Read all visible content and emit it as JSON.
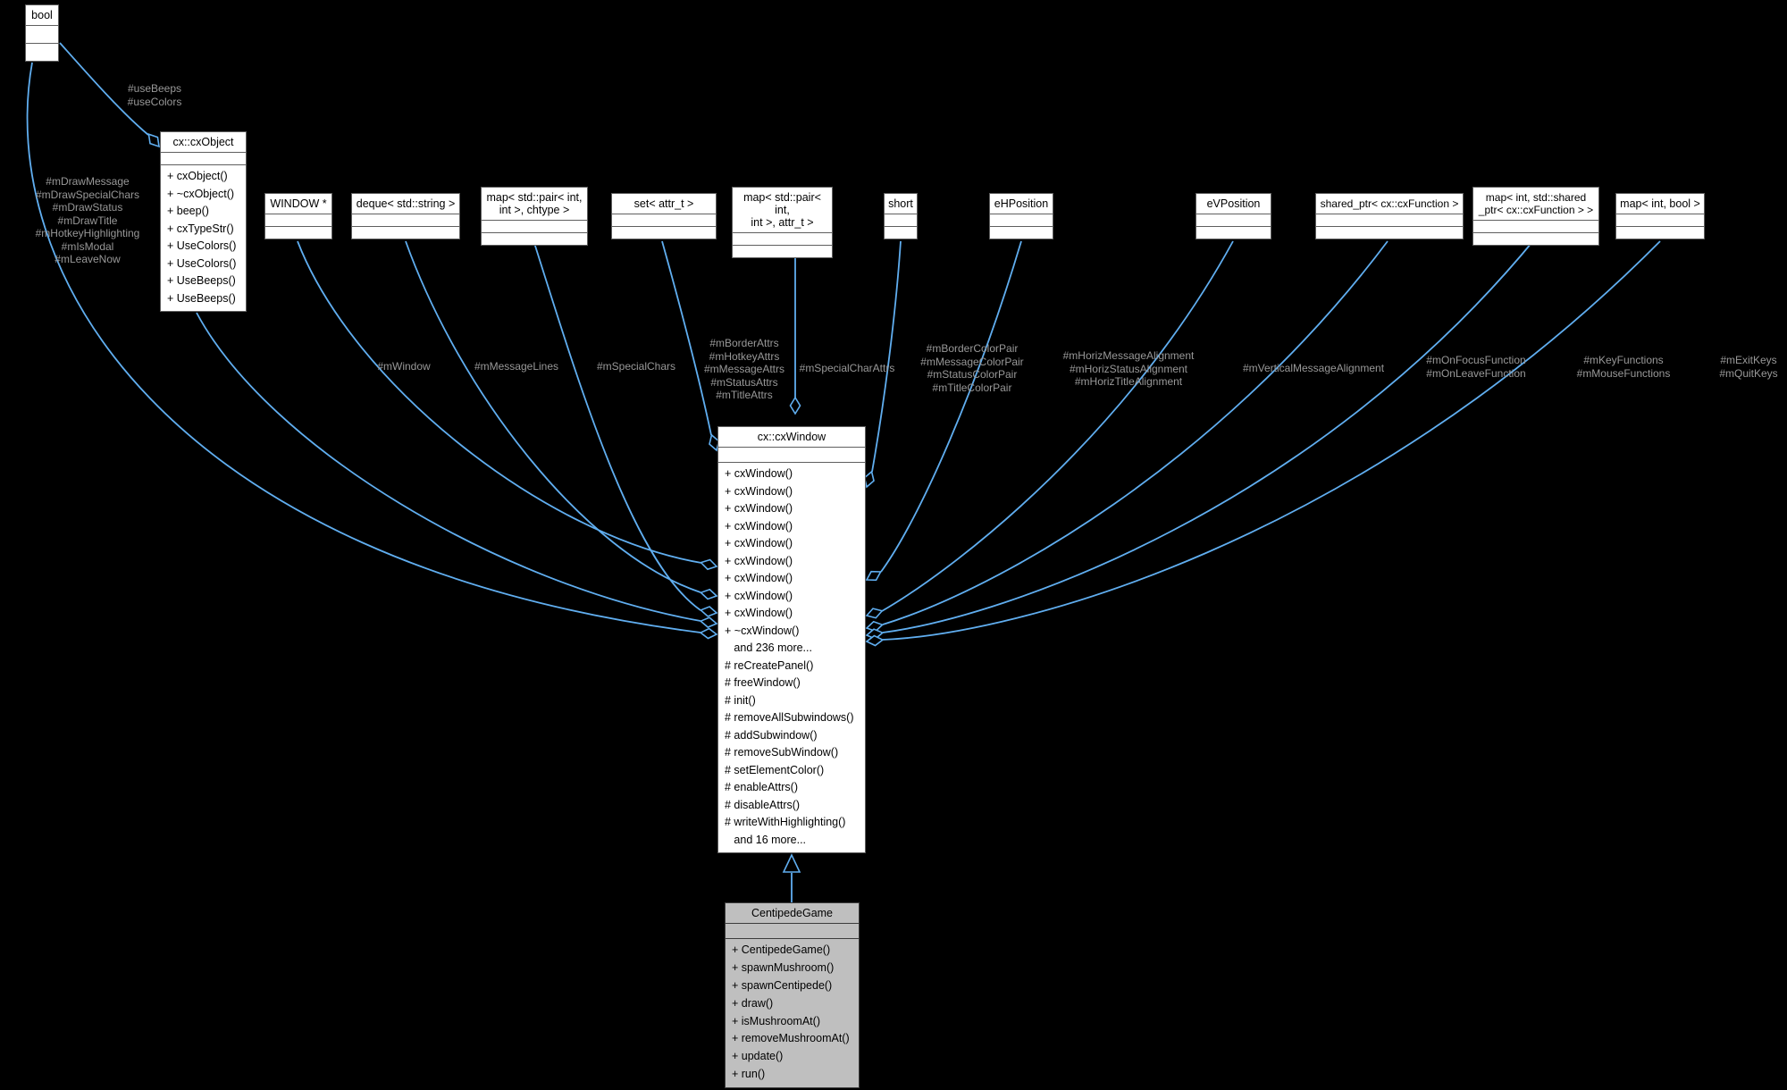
{
  "diagram": {
    "background": "#000000",
    "edge_color": "#60aef0",
    "label_color": "#989898",
    "box_fill": "#ffffff",
    "box_border": "#5f5f5f",
    "highlight_fill": "#bfbfbf"
  },
  "nodes": {
    "bool": {
      "title": "bool"
    },
    "cxobject": {
      "title": "cx::cxObject",
      "methods": [
        "+ cxObject()",
        "+ ~cxObject()",
        "+ beep()",
        "+ cxTypeStr()",
        "+ UseColors()",
        "+ UseColors()",
        "+ UseBeeps()",
        "+ UseBeeps()"
      ]
    },
    "window_ptr": {
      "title": "WINDOW *"
    },
    "deque_string": {
      "title": "deque< std::string >"
    },
    "map_chtype": {
      "title": "map< std::pair< int,\nint >, chtype >"
    },
    "set_attr": {
      "title": "set< attr_t >"
    },
    "map_attr": {
      "title": "map< std::pair< int,\nint >, attr_t >"
    },
    "short_t": {
      "title": "short"
    },
    "ehposition": {
      "title": "eHPosition"
    },
    "evposition": {
      "title": "eVPosition"
    },
    "shared_ptr_fn": {
      "title": "shared_ptr< cx::cxFunction >"
    },
    "map_shared_fn": {
      "title": "map< int, std::shared\n_ptr< cx::cxFunction > >"
    },
    "map_int_bool": {
      "title": "map< int, bool >"
    },
    "cxwindow": {
      "title": "cx::cxWindow",
      "methods": [
        "+ cxWindow()",
        "+ cxWindow()",
        "+ cxWindow()",
        "+ cxWindow()",
        "+ cxWindow()",
        "+ cxWindow()",
        "+ cxWindow()",
        "+ cxWindow()",
        "+ cxWindow()",
        "+ ~cxWindow()",
        "   and 236 more...",
        "# reCreatePanel()",
        "# freeWindow()",
        "# init()",
        "# removeAllSubwindows()",
        "# addSubwindow()",
        "# removeSubWindow()",
        "# setElementColor()",
        "# enableAttrs()",
        "# disableAttrs()",
        "# writeWithHighlighting()",
        "   and 16 more..."
      ]
    },
    "centipedegame": {
      "title": "CentipedeGame",
      "methods": [
        "+ CentipedeGame()",
        "+ spawnMushroom()",
        "+ spawnCentipede()",
        "+ draw()",
        "+ isMushroomAt()",
        "+ removeMushroomAt()",
        "+ update()",
        "+ run()"
      ]
    }
  },
  "edge_labels": {
    "use_flags": "#useBeeps\n#useColors",
    "draw_flags": "#mDrawMessage\n#mDrawSpecialChars\n#mDrawStatus\n#mDrawTitle\n#mHotkeyHighlighting\n#mIsModal\n#mLeaveNow",
    "window": "#mWindow",
    "message_lines": "#mMessageLines",
    "special_chars": "#mSpecialChars",
    "attrs": "#mBorderAttrs\n#mHotkeyAttrs\n#mMessageAttrs\n#mStatusAttrs\n#mTitleAttrs",
    "special_char_attrs": "#mSpecialCharAttrs",
    "color_pairs": "#mBorderColorPair\n#mMessageColorPair\n#mStatusColorPair\n#mTitleColorPair",
    "horiz_alignments": "#mHorizMessageAlignment\n#mHorizStatusAlignment\n#mHorizTitleAlignment",
    "vertical_alignment": "#mVerticalMessageAlignment",
    "focus_functions": "#mOnFocusFunction\n#mOnLeaveFunction",
    "key_functions": "#mKeyFunctions\n#mMouseFunctions",
    "exit_keys": "#mExitKeys\n#mQuitKeys"
  }
}
